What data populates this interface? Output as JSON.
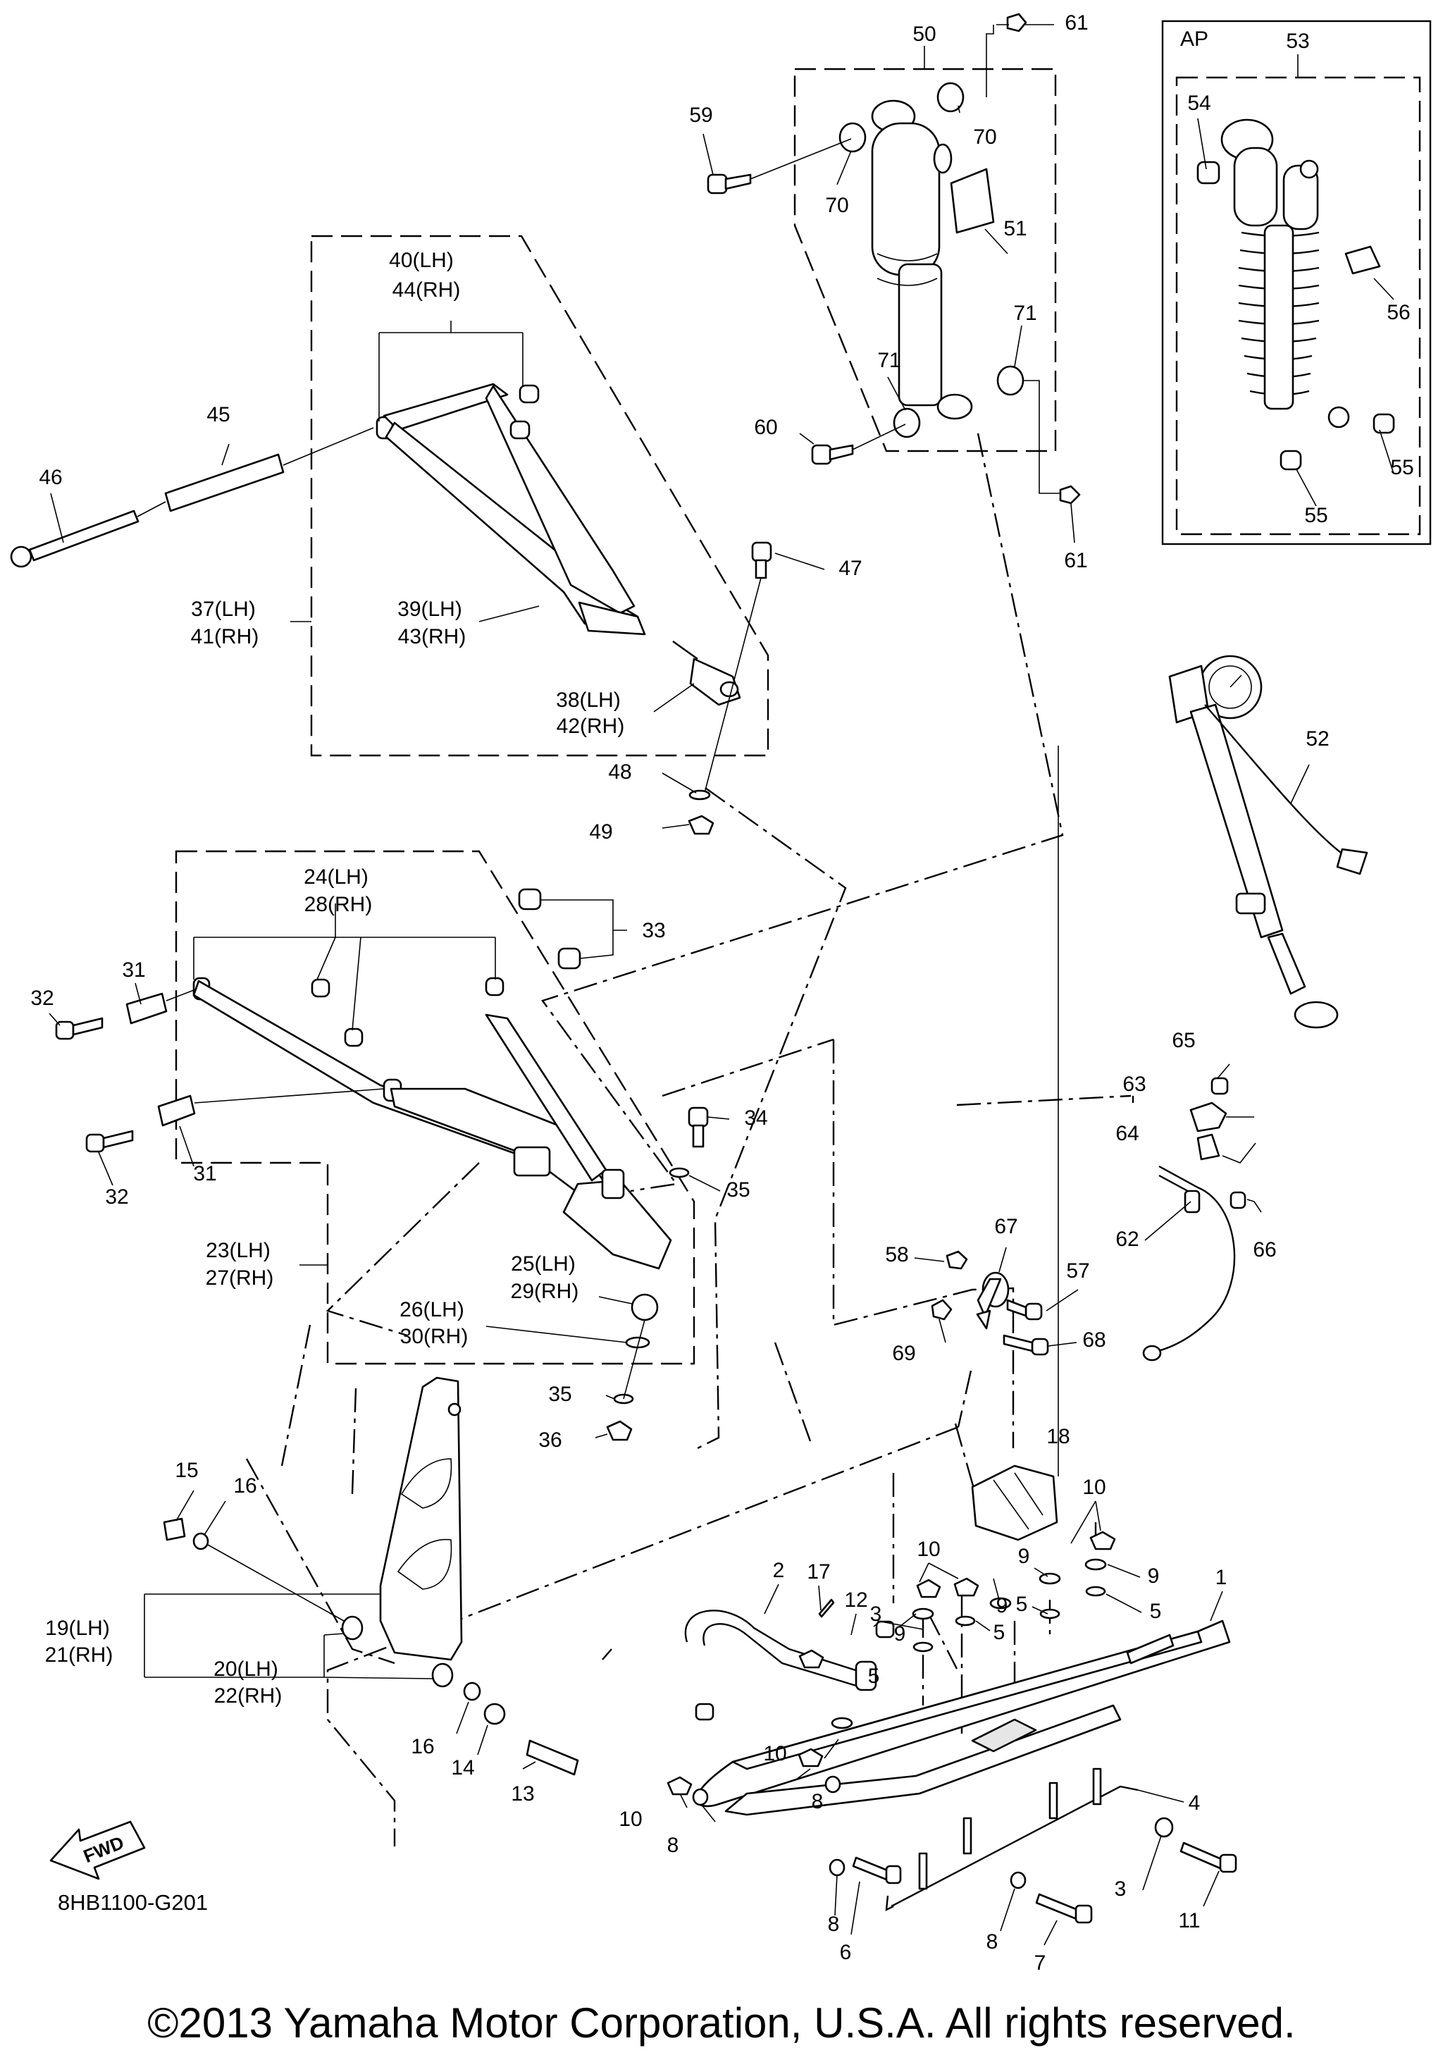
{
  "diagram_code": "8HB1100-G201",
  "copyright": "©2013 Yamaha Motor Corporation, U.S.A. All rights reserved.",
  "fwd_label": "FWD",
  "ap_label": "AP",
  "callouts": {
    "p1": "1",
    "p2": "2",
    "p3a": "3",
    "p3b": "3",
    "p4": "4",
    "p5a": "5",
    "p5b": "5",
    "p5c": "5",
    "p5d": "5",
    "p6": "6",
    "p7": "7",
    "p8a": "8",
    "p8b": "8",
    "p8c": "8",
    "p8d": "8",
    "p9a": "9",
    "p9b": "9",
    "p9c": "9",
    "p9d": "9",
    "p10a": "10",
    "p10b": "10",
    "p10c": "10",
    "p10d": "10",
    "p11": "11",
    "p12": "12",
    "p13": "13",
    "p14": "14",
    "p15": "15",
    "p16a": "16",
    "p16b": "16",
    "p17": "17",
    "p18": "18",
    "p19": "19(LH)",
    "p21": "21(RH)",
    "p20": "20(LH)",
    "p22": "22(RH)",
    "p23": "23(LH)",
    "p27": "27(RH)",
    "p24": "24(LH)",
    "p28": "28(RH)",
    "p25": "25(LH)",
    "p29": "29(RH)",
    "p26": "26(LH)",
    "p30": "30(RH)",
    "p31a": "31",
    "p31b": "31",
    "p32a": "32",
    "p32b": "32",
    "p33": "33",
    "p34": "34",
    "p35a": "35",
    "p35b": "35",
    "p36": "36",
    "p37": "37(LH)",
    "p41": "41(RH)",
    "p38": "38(LH)",
    "p42": "42(RH)",
    "p39": "39(LH)",
    "p43": "43(RH)",
    "p40": "40(LH)",
    "p44": "44(RH)",
    "p45": "45",
    "p46": "46",
    "p47": "47",
    "p48": "48",
    "p49": "49",
    "p50": "50",
    "p51": "51",
    "p52": "52",
    "p53": "53",
    "p54": "54",
    "p55a": "55",
    "p55b": "55",
    "p56": "56",
    "p57": "57",
    "p58": "58",
    "p59": "59",
    "p60": "60",
    "p61a": "61",
    "p61b": "61",
    "p62": "62",
    "p63": "63",
    "p64": "64",
    "p65": "65",
    "p66": "66",
    "p67": "67",
    "p68": "68",
    "p69": "69",
    "p70a": "70",
    "p70b": "70",
    "p71a": "71",
    "p71b": "71"
  }
}
